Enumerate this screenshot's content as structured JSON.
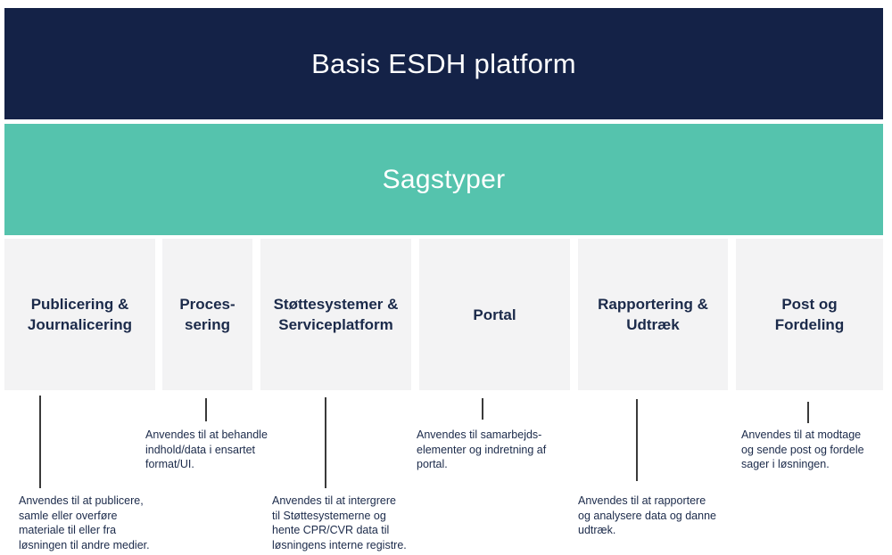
{
  "platform": {
    "title": "Basis ESDH platform"
  },
  "layer": {
    "title": "Sagstyper"
  },
  "modules": [
    {
      "label": "Publicering &\nJournalicering",
      "description": "Anvendes til at publicere,\nsamle eller overføre\nmateriale til eller fra\nløsningen til andre medier."
    },
    {
      "label": "Proces-\nsering",
      "description": "Anvendes til at behandle\nindhold/data i ensartet\nformat/UI."
    },
    {
      "label": "Støttesystemer &\nServiceplatform",
      "description": "Anvendes til at intergrere\ntil Støttesystemerne og\nhente CPR/CVR data til\nløsningens interne registre."
    },
    {
      "label": "Portal",
      "description": "Anvendes til samarbejds-\nelementer og indretning af\nportal."
    },
    {
      "label": "Rapportering &\nUdtræk",
      "description": "Anvendes til at rapportere\nog analysere data og danne\nudtræk."
    },
    {
      "label": "Post og\nFordeling",
      "description": "Anvendes til at modtage\nog sende post og fordele\nsager i løsningen."
    }
  ]
}
